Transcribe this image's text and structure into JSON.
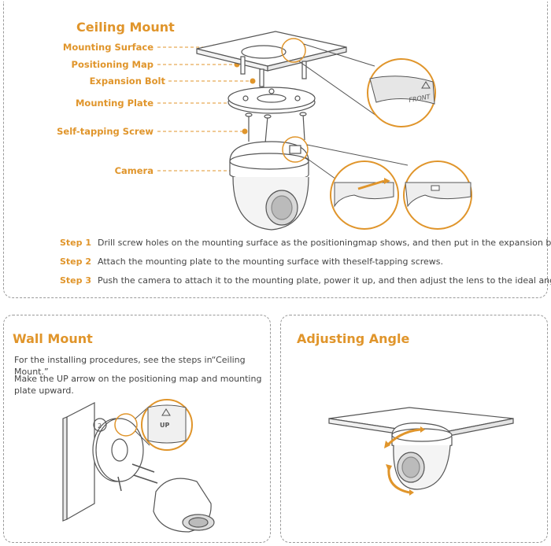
{
  "ceiling_mount": {
    "title": "Ceiling Mount",
    "labels": {
      "mounting_surface": "Mounting Surface",
      "positioning_map": "Positioning Map",
      "expansion_bolt": "Expansion Bolt",
      "mounting_plate": "Mounting Plate",
      "self_tapping_screw": "Self-tapping Screw",
      "camera": "Camera"
    },
    "zoom_text": "FRONT",
    "steps": [
      {
        "label": "Step 1",
        "text": "Drill screw holes on the mounting surface as the positioningmap shows, and then put in the expansion bolts."
      },
      {
        "label": "Step 2",
        "text": "Attach the mounting plate to the mounting surface with theself-tapping screws."
      },
      {
        "label": "Step 3",
        "text": "Push the camera to attach it to the mounting plate, power it up, and then adjust the lens to the ideal angle."
      }
    ]
  },
  "wall_mount": {
    "title": "Wall Mount",
    "line1": "For the installing procedures, see the steps in“Ceiling Mount.”",
    "line2": "Make the UP arrow on the positioning map and mounting plate upward.",
    "zoom_text": "UP",
    "map_number": "2"
  },
  "adjusting_angle": {
    "title": "Adjusting Angle"
  },
  "colors": {
    "accent": "#e0952b",
    "line": "#555555",
    "panel_border": "#9a9a9a"
  }
}
